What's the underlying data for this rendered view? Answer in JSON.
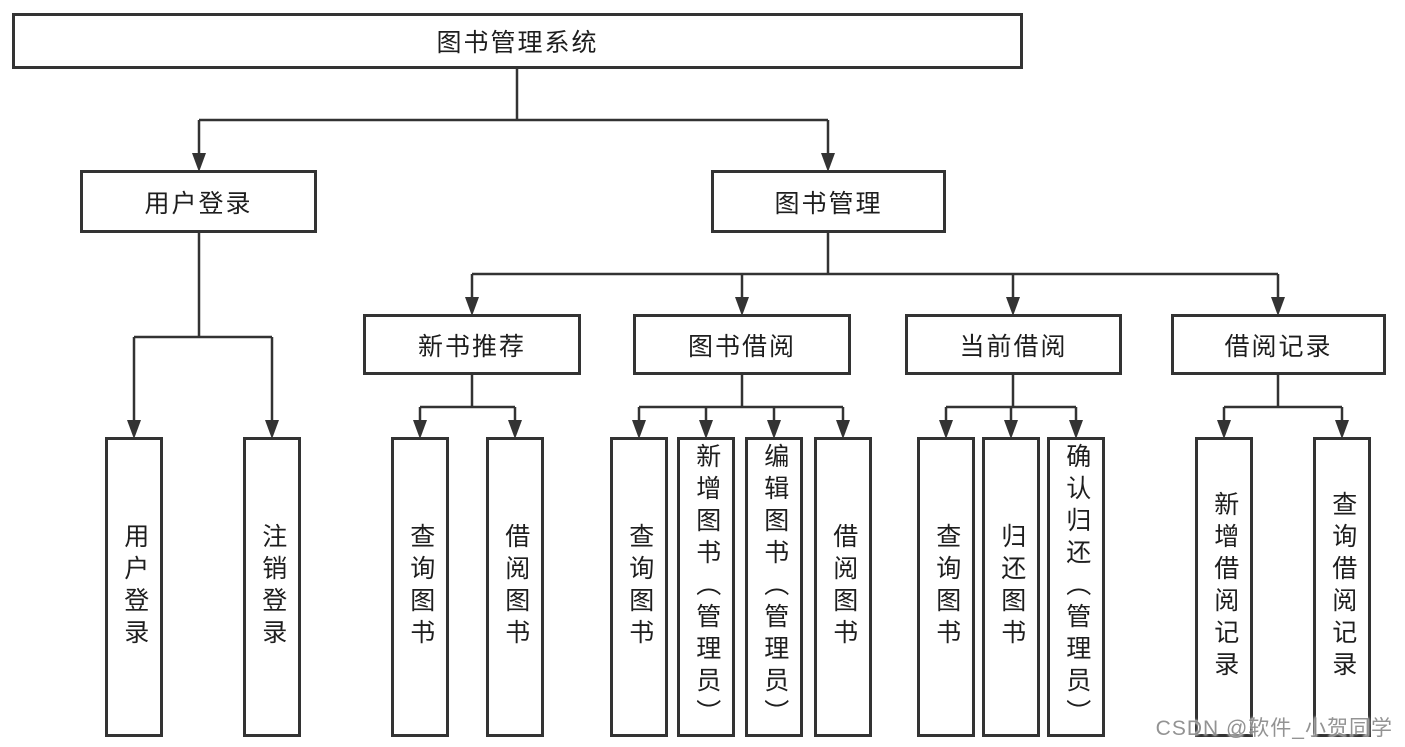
{
  "diagram_title": "图书管理系统",
  "colors": {
    "background": "#ffffff",
    "box_border": "#333333",
    "line": "#333333",
    "text": "#1e1e1e",
    "watermark": "#a0a0a0"
  },
  "tree": {
    "label": "图书管理系统",
    "children": [
      {
        "label": "用户登录",
        "children": [
          {
            "label": "用户登录"
          },
          {
            "label": "注销登录"
          }
        ]
      },
      {
        "label": "图书管理",
        "children": [
          {
            "label": "新书推荐",
            "children": [
              {
                "label": "查询图书"
              },
              {
                "label": "借阅图书"
              }
            ]
          },
          {
            "label": "图书借阅",
            "children": [
              {
                "label": "查询图书"
              },
              {
                "label": "新增图书（管理员）"
              },
              {
                "label": "编辑图书（管理员）"
              },
              {
                "label": "借阅图书"
              }
            ]
          },
          {
            "label": "当前借阅",
            "children": [
              {
                "label": "查询图书"
              },
              {
                "label": "归还图书"
              },
              {
                "label": "确认归还（管理员）"
              }
            ]
          },
          {
            "label": "借阅记录",
            "children": [
              {
                "label": "新增借阅记录"
              },
              {
                "label": "查询借阅记录"
              }
            ]
          }
        ]
      }
    ]
  },
  "watermark": {
    "text": "CSDN @软件_小贺同学"
  }
}
